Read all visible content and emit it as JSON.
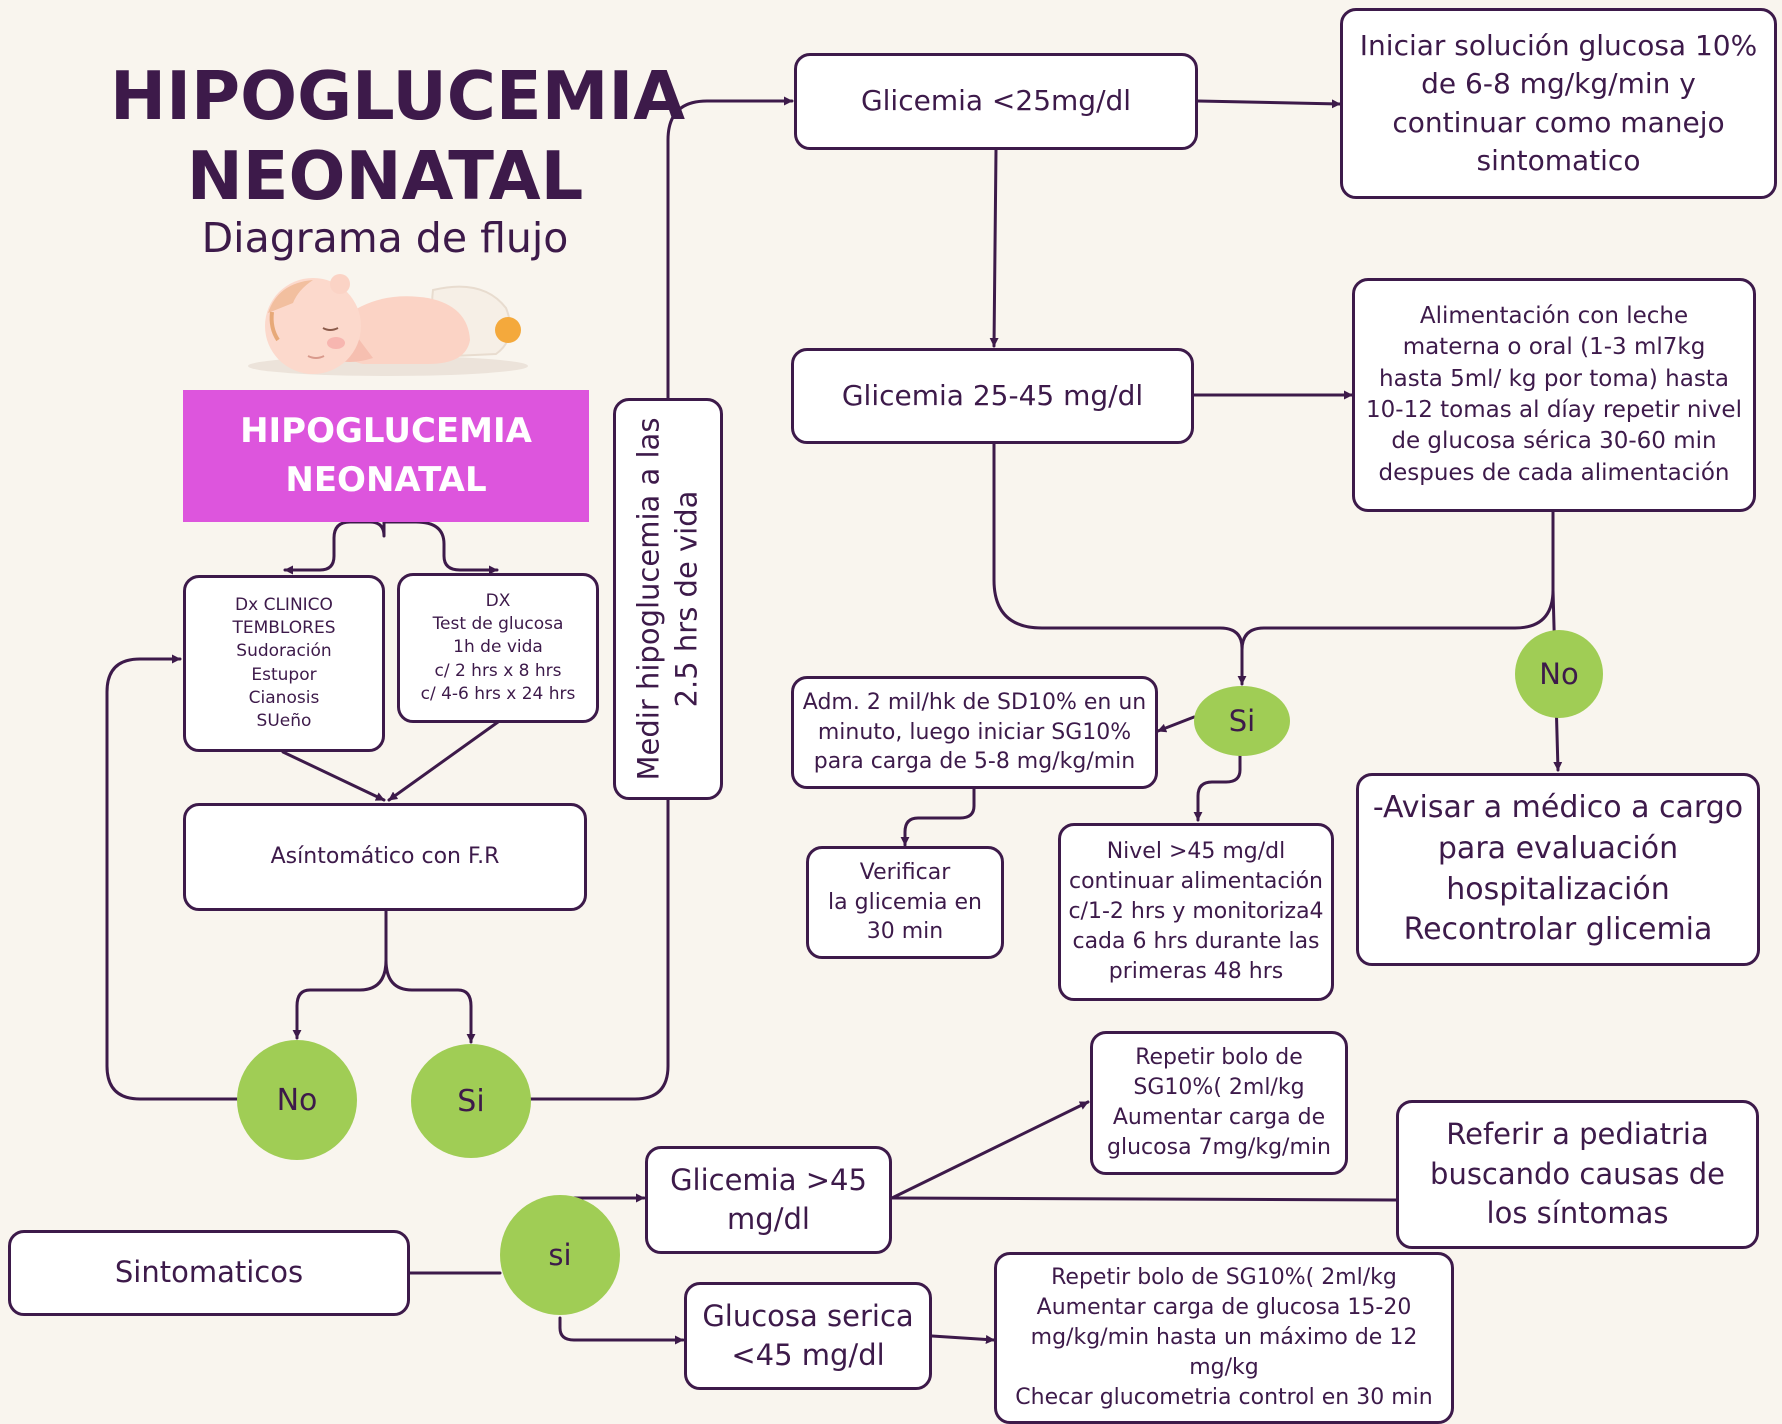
{
  "header": {
    "title": "HIPOGLUCEMIA\nNEONATAL",
    "subtitle": "Diagrama de flujo"
  },
  "start_label": "HIPOGLUCEMIA\nNEONATAL",
  "left_branch": {
    "dx_clinico": "Dx CLINICO\nTEMBLORES\nSudoración\nEstupor\nCianosis\nSUeño",
    "dx_test": "DX\nTest de glucosa\n1h de vida\nc/ 2 hrs x 8 hrs\nc/ 4-6 hrs x 24 hrs",
    "asintomatico": "Asíntomático con F.R",
    "no_label": "No",
    "si_label": "Si"
  },
  "measure_box": "Medir hipoglucemia a las\n2.5 hrs de vida",
  "top_branch": {
    "glicemia_lt25": "Glicemia <25mg/dl",
    "iniciar_solucion": "Iniciar solución glucosa 10%\nde 6-8 mg/kg/min y\ncontinuar como manejo\nsintomatico",
    "glicemia_25_45": "Glicemia 25-45 mg/dl",
    "alimentacion": "Alimentación con leche\nmaterna o oral  (1-3 ml7kg\nhasta 5ml/ kg por toma) hasta\n10-12 tomas al díay repetir nivel\nde glucosa sérica 30-60 min\ndespues de cada alimentación",
    "si_label": "Si",
    "no_label": "No",
    "adm_bolo": "Adm. 2 mil/hk de SD10% en un\nminuto, luego iniciar SG10%\npara carga de 5-8 mg/kg/min",
    "verificar": "Verificar\nla glicemia en\n30 min",
    "nivel_gt45": "Nivel >45 mg/dl\ncontinuar alimentación\nc/1-2 hrs y monitoriza4\ncada 6 hrs durante las\nprimeras 48 hrs",
    "avisar_medico": "-Avisar a médico a cargo\npara evaluación\nhospitalización\nRecontrolar glicemia"
  },
  "bottom_branch": {
    "sintomaticos": "Sintomaticos",
    "si_label": "si",
    "glicemia_gt45": "Glicemia >45\nmg/dl",
    "repetir_bolo_7": "Repetir bolo de\nSG10%( 2ml/kg\nAumentar carga de\nglucosa 7mg/kg/min",
    "referir_pediatria": "Referir a pediatria\nbuscando causas de\nlos síntomas",
    "glucosa_serica": "Glucosa serica\n<45 mg/dl",
    "repetir_bolo_15": "Repetir bolo de SG10%( 2ml/kg\nAumentar carga de glucosa 15-20\nmg/kg/min hasta un máximo de 12\nmg/kg\nChecar glucometria control en 30 min"
  },
  "colors": {
    "ink": "#3d1a4a",
    "pink": "#dd55dd",
    "green": "#a0cd55",
    "background": "#f9f5ee"
  },
  "icons": [
    "sleeping-baby-icon"
  ]
}
